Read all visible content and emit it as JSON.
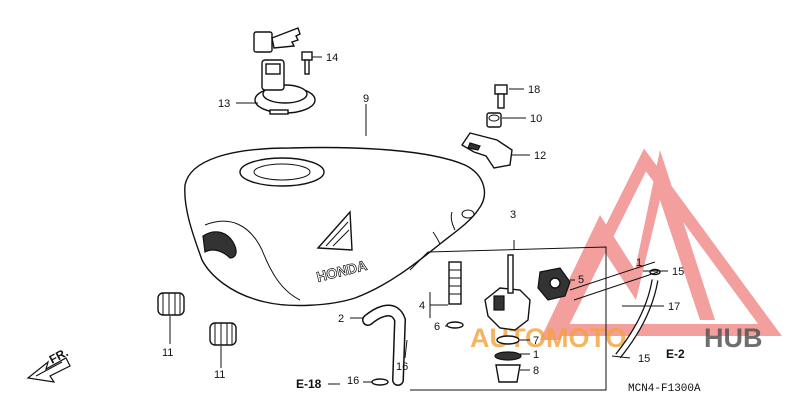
{
  "callouts": {
    "c14": "14",
    "c13": "13",
    "c9": "9",
    "c18": "18",
    "c10": "10",
    "c12": "12",
    "c3": "3",
    "c5": "5",
    "c1a": "1",
    "c15a": "15",
    "c17": "17",
    "c4": "4",
    "c6": "6",
    "c2": "2",
    "c16a": "16",
    "c7": "7",
    "c1b": "1",
    "c8": "8",
    "c15b": "15",
    "c11a": "11",
    "c11b": "11",
    "c16b": "16"
  },
  "refs": {
    "e18": "E-18",
    "e2": "E-2"
  },
  "fr_label": "FR.",
  "brand_text": "HONDA",
  "diagram_code": "MCN4-F1300A",
  "watermark": {
    "text_a": "AUTOMOTO",
    "text_b": "HUB",
    "color_red": "#e8514f",
    "color_orange": "#f2a23a",
    "color_gray": "#555555"
  }
}
